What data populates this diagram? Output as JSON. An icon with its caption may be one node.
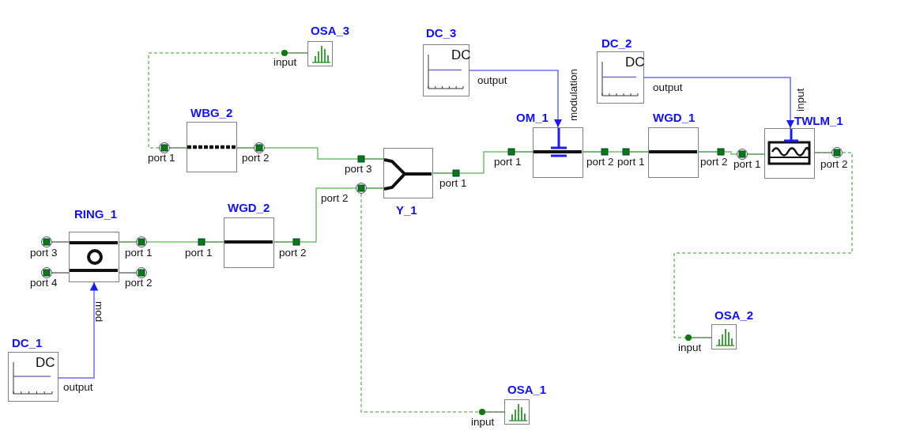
{
  "diagram": {
    "nodes": [
      {
        "text": [
          "OSA_3"
        ],
        "beside": [
          "input"
        ]
      },
      {
        "text": [
          "DC_3",
          "DC"
        ],
        "beside": [
          "output"
        ]
      },
      {
        "text": [
          "DC_2",
          "DC"
        ],
        "beside": [
          "output"
        ]
      },
      {
        "text": [
          "WBG_2"
        ],
        "beside": [
          "port 1",
          "port 2"
        ]
      },
      {
        "text": [
          "Y_1"
        ],
        "beside": [
          "port 3",
          "port 2",
          "port 1"
        ]
      },
      {
        "text": [
          "OM_1"
        ],
        "beside": [
          "modulation",
          "port 1",
          "port 2"
        ]
      },
      {
        "text": [
          "WGD_1"
        ],
        "beside": [
          "port 1",
          "port 2"
        ]
      },
      {
        "text": [
          "TWLM_1"
        ],
        "beside": [
          "input",
          "port 1",
          "port 2"
        ]
      },
      {
        "text": [
          "RING_1"
        ],
        "beside": [
          "port 3",
          "port 1",
          "port 4",
          "port 2",
          "mod"
        ]
      },
      {
        "text": [
          "WGD_2"
        ],
        "beside": [
          "port 1",
          "port 2"
        ]
      },
      {
        "text": [
          "DC_1",
          "DC"
        ],
        "beside": [
          "output"
        ]
      },
      {
        "text": [
          "OSA_2"
        ],
        "beside": [
          "input"
        ]
      },
      {
        "text": [
          "OSA_1"
        ],
        "beside": [
          "input"
        ]
      }
    ],
    "edges": [
      {
        "from": 3,
        "to": 0,
        "arrow": "none",
        "style": "dashed"
      },
      {
        "from": 3,
        "to": 4,
        "arrow": "none"
      },
      {
        "from": 8,
        "to": 9,
        "arrow": "none"
      },
      {
        "from": 9,
        "to": 4,
        "arrow": "none"
      },
      {
        "from": 4,
        "to": 12,
        "arrow": "none",
        "style": "dashed"
      },
      {
        "from": 4,
        "to": 5,
        "arrow": "none"
      },
      {
        "from": 5,
        "to": 6,
        "arrow": "none"
      },
      {
        "from": 6,
        "to": 7,
        "arrow": "none"
      },
      {
        "from": 7,
        "to": 11,
        "arrow": "none",
        "style": "dashed"
      },
      {
        "from": 1,
        "to": 5,
        "arrow": "to",
        "color": "#6b6bff"
      },
      {
        "from": 2,
        "to": 7,
        "arrow": "to",
        "color": "#6b6bff"
      },
      {
        "from": 10,
        "to": 8,
        "arrow": "to",
        "color": "#6b6bff"
      }
    ]
  }
}
